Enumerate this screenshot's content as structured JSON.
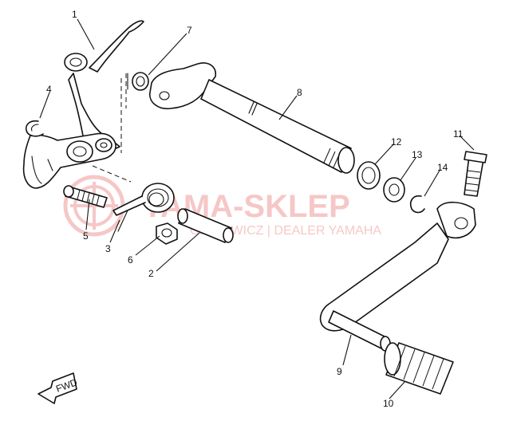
{
  "diagram": {
    "callouts": [
      {
        "id": "1",
        "text": "1"
      },
      {
        "id": "2",
        "text": "2"
      },
      {
        "id": "3",
        "text": "3"
      },
      {
        "id": "4",
        "text": "4"
      },
      {
        "id": "5",
        "text": "5"
      },
      {
        "id": "6",
        "text": "6"
      },
      {
        "id": "7",
        "text": "7"
      },
      {
        "id": "8",
        "text": "8"
      },
      {
        "id": "9",
        "text": "9"
      },
      {
        "id": "10",
        "text": "10"
      },
      {
        "id": "11",
        "text": "11"
      },
      {
        "id": "12",
        "text": "12"
      },
      {
        "id": "13",
        "text": "13"
      },
      {
        "id": "14",
        "text": "14"
      }
    ],
    "fwd_mark": "FWD"
  },
  "watermark": {
    "title": "YAMA-SKLEP",
    "subtitle": "CICHOWICZ | DEALER YAMAHA",
    "color": "#e03a3a"
  },
  "colors": {
    "ink": "#111111",
    "paper": "#ffffff"
  }
}
